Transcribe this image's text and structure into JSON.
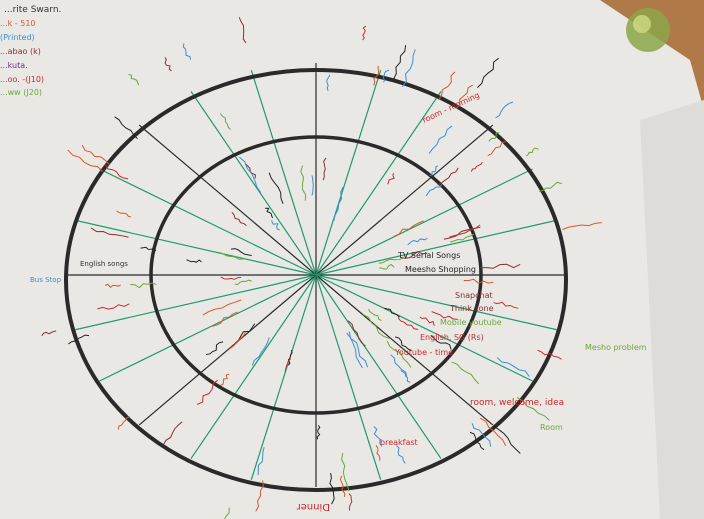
{
  "legend": {
    "title": "...rite Swarn.",
    "lines": [
      "...k - 510",
      "(Printed)",
      "...abao (k)",
      "...kuta.",
      "...oo. -(J10)",
      "...ww (J20)"
    ],
    "colors": [
      "#d9582a",
      "#3a8fd6",
      "#8a2f2f",
      "#7a2c8c",
      "#cc2a2a",
      "#6aa83a"
    ]
  },
  "labels": {
    "tv": "TV Serial Songs",
    "meesho": "Meesho Shopping",
    "think": "Think zone",
    "snap": "Snapchat",
    "mobile": "Mobile youtube",
    "room1": "room, welcome, idea",
    "youtube": "Youtube - time",
    "english": "English, SG (Rs)",
    "room2": "Room",
    "mesh": "Mesho problem",
    "top": "room - morning",
    "left1": "Bus Stop",
    "left2": "English songs",
    "breakfast": "breakfast",
    "bottom": "Dinner"
  },
  "colors": {
    "paper": "#ecebe8",
    "ring": "#2a2a2a",
    "spokes": "#1f9a6a",
    "wood": "#b88a5a"
  }
}
